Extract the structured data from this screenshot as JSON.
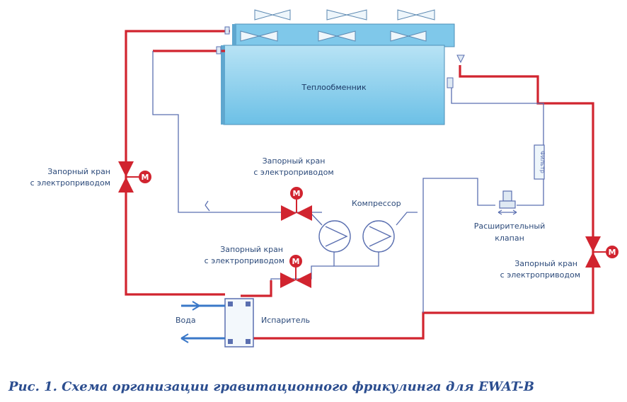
{
  "heat_exchanger_label": "Теплообменник",
  "compressor_label": "Компрессор",
  "expansion_valve_label": [
    "Расширительный",
    "клапан"
  ],
  "filter_label": "Фильтр",
  "evaporator_label": "Испаритель",
  "water_label": "Вода",
  "valve_left": {
    "label": [
      "Запорный кран",
      "с электроприводом"
    ],
    "motor": "M"
  },
  "valve_top": {
    "label": [
      "Запорный кран",
      "с электроприводом"
    ],
    "motor": "M"
  },
  "valve_middle": {
    "label": [
      "Запорный кран",
      "с электроприводом"
    ],
    "motor": "M"
  },
  "valve_right": {
    "label": [
      "Запорный кран",
      "с электроприводом"
    ],
    "motor": "M"
  },
  "caption": "Рис. 1. Схема организации гравитационного фрикулинга для EWAT-B",
  "colors": {
    "pipe_red": "#d1242f",
    "pipe_blue": "#5a6fb0",
    "hx_fill": "#8fd0ee",
    "caption": "#2b4d8f"
  }
}
